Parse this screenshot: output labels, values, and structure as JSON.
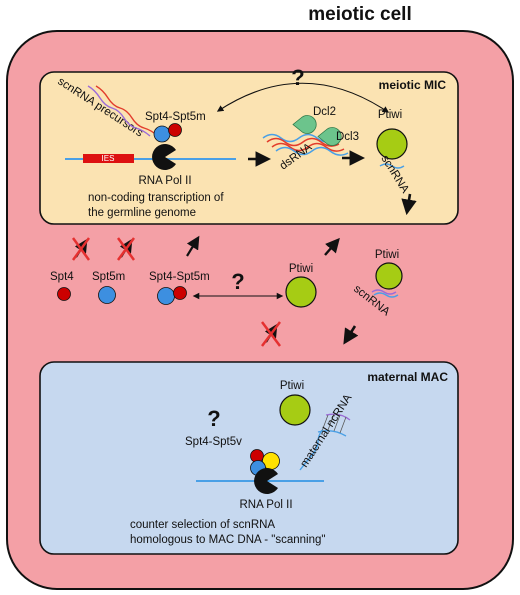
{
  "title": "meiotic cell",
  "mic": {
    "title": "meiotic MIC",
    "question": "?",
    "scnrna_precursors": "scnRNA precursors",
    "spt4_spt5m": "Spt4-Spt5m",
    "ies": "IES",
    "rna_pol": "RNA Pol II",
    "dcl2": "Dcl2",
    "dcl3": "Dcl3",
    "dsrna": "dsRNA",
    "ptiwi": "Ptiwi",
    "scnrna": "scnRNA",
    "caption_line1": "non-coding transcription of",
    "caption_line2": "the germline genome"
  },
  "cytoplasm": {
    "spt4": "Spt4",
    "spt5m": "Spt5m",
    "spt4_spt5m": "Spt4-Spt5m",
    "question": "?",
    "ptiwi": "Ptiwi",
    "ptiwi_right": "Ptiwi",
    "scnrna": "scnRNA"
  },
  "mac": {
    "title": "maternal MAC",
    "ptiwi": "Ptiwi",
    "question": "?",
    "spt4_spt5v": "Spt4-Spt5v",
    "maternal_ncrna": "maternal ncRNA",
    "rna_pol": "RNA Pol II",
    "caption_line1": "counter selection of scnRNA",
    "caption_line2": "homologous to MAC DNA  - \"scanning\""
  },
  "colors": {
    "cell_fill": "#f4a0a6",
    "mic_fill": "#fbe3b2",
    "mac_fill": "#c6d8ef",
    "ptiwi": "#a6cc14",
    "dcl": "#6cc48c",
    "spt4": "#cc0000",
    "spt5": "#3d8fe0",
    "spt5v": "#ffe000",
    "rna_blue": "#4aa0e6",
    "rna_red": "#e23c2c",
    "rna_purple": "#9b6bd8",
    "ies": "#dd1111"
  }
}
